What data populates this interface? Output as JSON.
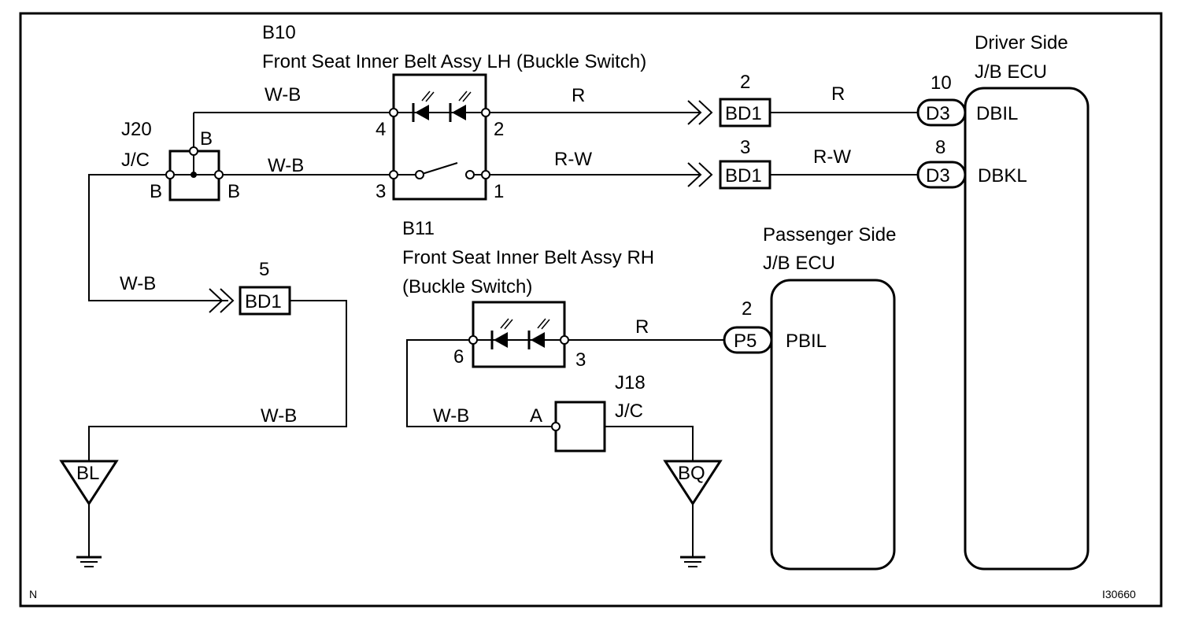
{
  "diagram": {
    "corner_note": "N",
    "figure_code": "I30660",
    "components": {
      "b10": {
        "code": "B10",
        "name": "Front Seat Inner Belt Assy LH (Buckle Switch)",
        "pins": [
          "4",
          "2",
          "3",
          "1"
        ]
      },
      "b11": {
        "code": "B11",
        "name_line1": "Front Seat Inner Belt Assy RH",
        "name_line2": "(Buckle Switch)",
        "pins": [
          "6",
          "3"
        ]
      },
      "j20": {
        "code": "J20",
        "type": "J/C",
        "terminals": [
          "B",
          "B",
          "B"
        ]
      },
      "j18": {
        "code": "J18",
        "type": "J/C",
        "terminal": "A"
      },
      "driver_ecu": {
        "title_line1": "Driver Side",
        "title_line2": "J/B ECU",
        "inputs": [
          {
            "connector": "D3",
            "pin": "10",
            "signal": "DBIL"
          },
          {
            "connector": "D3",
            "pin": "8",
            "signal": "DBKL"
          }
        ]
      },
      "passenger_ecu": {
        "title_line1": "Passenger Side",
        "title_line2": "J/B ECU",
        "inputs": [
          {
            "connector": "P5",
            "pin": "2",
            "signal": "PBIL"
          }
        ]
      }
    },
    "connectors": [
      {
        "name": "BD1",
        "pin": "2"
      },
      {
        "name": "BD1",
        "pin": "3"
      },
      {
        "name": "BD1",
        "pin": "5"
      }
    ],
    "wires": {
      "w_top_left": "W-B",
      "w_mid_left": "W-B",
      "w_r_b10_bd1": "R",
      "w_r_bd1_d3": "R",
      "w_rw_b10_bd1": "R-W",
      "w_rw_bd1_d3": "R-W",
      "w_bd1_5": "W-B",
      "w_bl_ground": "W-B",
      "w_b11_j18": "W-B",
      "w_b11_p5": "R"
    },
    "grounds": [
      "BL",
      "BQ"
    ]
  }
}
